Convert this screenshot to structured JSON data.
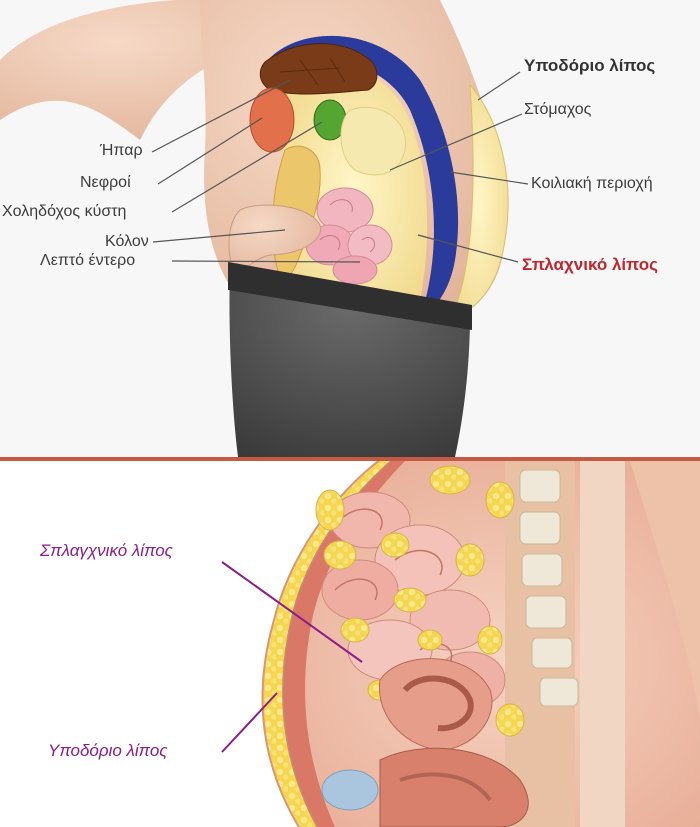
{
  "colors": {
    "divider": "#c55a44",
    "leader_top": "#555555",
    "leader_bottom": "#8a1c8c",
    "red_label": "#c0272d",
    "purple_label": "#8a1c8c"
  },
  "top_panel": {
    "labels": {
      "liver": "Ήπαρ",
      "kidneys": "Νεφροί",
      "gallbladder": "Χοληδόχος κύστη",
      "colon": "Κόλον",
      "small_intestine": "Λεπτό έντερο",
      "subcutaneous_fat": "Υποδόριο λίπος",
      "stomach": "Στόμαχος",
      "abdominal_cavity": "Κοιλιακή περιοχή",
      "visceral_fat": "Σπλαχνικό λίπος"
    }
  },
  "bottom_panel": {
    "labels": {
      "visceral_fat": "Σπλαγχνικό λίπος",
      "subcutaneous_fat": "Υποδόριο λίπος"
    }
  }
}
